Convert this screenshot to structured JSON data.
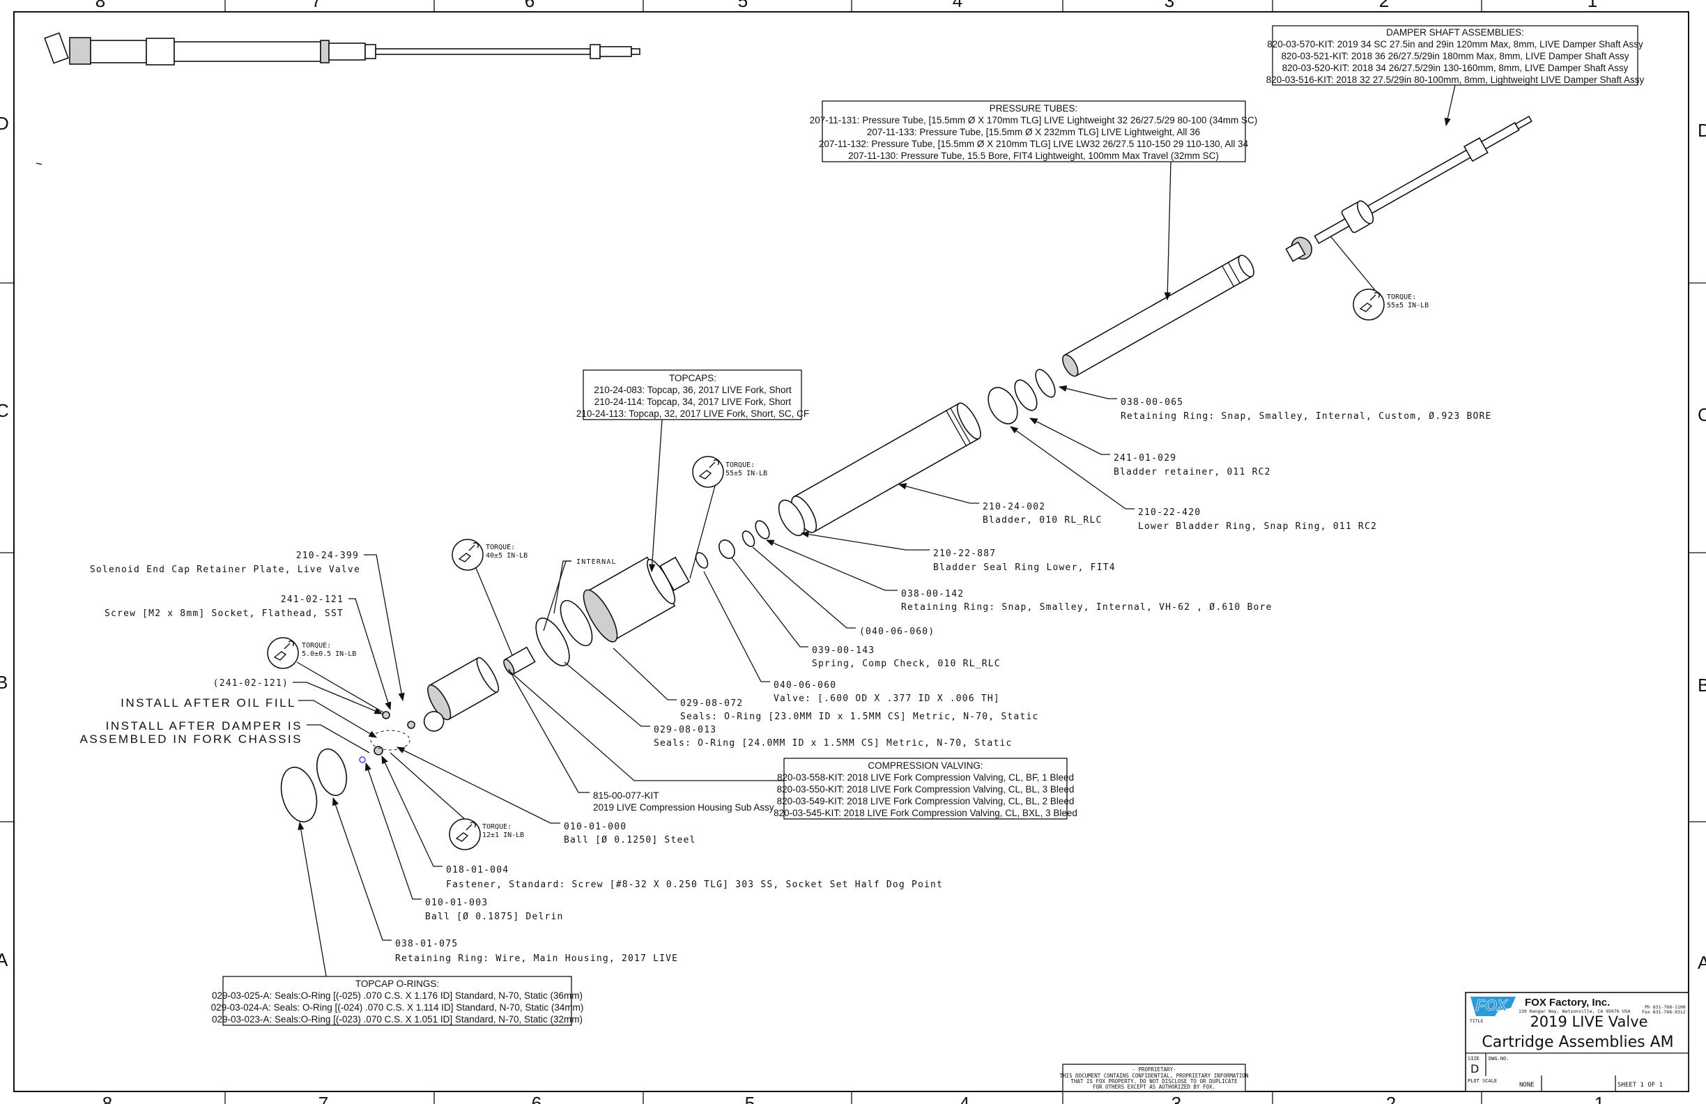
{
  "zones": {
    "columns": [
      "8",
      "7",
      "6",
      "5",
      "4",
      "3",
      "2",
      "1"
    ],
    "rows": [
      "D",
      "C",
      "B",
      "A"
    ]
  },
  "callouts": {
    "retaining_ring_065": {
      "part": "038-00-065",
      "desc": "Retaining Ring: Snap, Smalley, Internal, Custom, Ø.923 BORE"
    },
    "bladder_retainer": {
      "part": "241-01-029",
      "desc": "Bladder retainer, 011 RC2"
    },
    "lower_bladder_ring": {
      "part": "210-22-420",
      "desc": "Lower Bladder Ring, Snap Ring, 011 RC2"
    },
    "bladder": {
      "part": "210-24-002",
      "desc": "Bladder, 010 RL_RLC"
    },
    "bladder_seal_ring": {
      "part": "210-22-887",
      "desc": "Bladder Seal Ring Lower, FIT4"
    },
    "retaining_ring_142": {
      "part": "038-00-142",
      "desc": "Retaining Ring: Snap, Smalley, Internal, VH-62 , Ø.610 Bore"
    },
    "valve_ref": {
      "part": "(040-06-060)"
    },
    "spring": {
      "part": "039-00-143",
      "desc": "Spring, Comp Check, 010 RL_RLC"
    },
    "valve": {
      "part": "040-06-060",
      "desc": "Valve: [.600 OD X .377 ID X .006 TH]"
    },
    "oring_072": {
      "part": "029-08-072",
      "desc": "Seals: O-Ring [23.0MM ID x 1.5MM CS] Metric, N-70, Static"
    },
    "oring_013": {
      "part": "029-08-013",
      "desc": "Seals: O-Ring [24.0MM ID x 1.5MM CS] Metric, N-70, Static"
    },
    "housing": {
      "part": "815-00-077-KIT",
      "desc": "2019 LIVE Compression Housing Sub Assy"
    },
    "ball_steel": {
      "part": "010-01-000",
      "desc": "Ball [Ø 0.1250] Steel"
    },
    "fastener": {
      "part": "018-01-004",
      "desc": "Fastener, Standard: Screw [#8-32 X 0.250 TLG] 303 SS, Socket Set Half Dog Point"
    },
    "ball_delrin": {
      "part": "010-01-003",
      "desc": "Ball [Ø 0.1875] Delrin"
    },
    "wire_ring": {
      "part": "038-01-075",
      "desc": "Retaining Ring: Wire, Main Housing, 2017 LIVE"
    },
    "retainer_plate": {
      "part": "210-24-399",
      "desc": "Solenoid End Cap Retainer Plate, Live Valve"
    },
    "screw": {
      "part": "241-02-121",
      "desc": "Screw [M2 x 8mm] Socket, Flathead, SST"
    },
    "screw_ref": {
      "part": "(241-02-121)"
    },
    "internal": "INTERNAL",
    "note_oil_fill": "INSTALL AFTER OIL FILL",
    "note_damper_1": "INSTALL AFTER DAMPER IS",
    "note_damper_2": "ASSEMBLED IN FORK CHASSIS"
  },
  "torque": {
    "label": "TORQUE:",
    "screw": "5.0±0.5 IN-LB",
    "valve": "40±5 IN-LB",
    "topcap": "55±5 IN-LB",
    "fastener": "12±1 IN-LB",
    "shaft": "55±5 IN-LB"
  },
  "tables": {
    "damper_shaft": {
      "title": "DAMPER SHAFT ASSEMBLIES:",
      "rows": [
        "820-03-570-KIT: 2019 34 SC 27.5in and 29in 120mm Max, 8mm, LIVE Damper Shaft Assy",
        "820-03-521-KIT: 2018 36 26/27.5/29in 180mm Max, 8mm, LIVE Damper Shaft Assy",
        "820-03-520-KIT: 2018 34 26/27.5/29in 130-160mm, 8mm, LIVE Damper Shaft Assy",
        "820-03-516-KIT: 2018 32 27.5/29in 80-100mm, 8mm, Lightweight LIVE Damper Shaft Assy"
      ]
    },
    "pressure_tubes": {
      "title": "PRESSURE TUBES:",
      "rows": [
        "207-11-131: Pressure Tube, [15.5mm Ø X 170mm TLG] LIVE Lightweight 32 26/27.5/29 80-100 (34mm SC)",
        "207-11-133: Pressure Tube, [15.5mm Ø X 232mm TLG] LIVE Lightweight, All 36",
        "207-11-132: Pressure Tube, [15.5mm Ø X 210mm TLG] LIVE LW32 26/27.5 110-150  29 110-130, All 34",
        "207-11-130: Pressure Tube, 15.5 Bore, FIT4 Lightweight, 100mm Max Travel (32mm SC)"
      ]
    },
    "topcaps": {
      "title": "TOPCAPS:",
      "rows": [
        "210-24-083: Topcap, 36, 2017 LIVE Fork, Short",
        "210-24-114: Topcap, 34, 2017 LIVE Fork, Short",
        "210-24-113: Topcap, 32, 2017 LIVE Fork, Short, SC, CF"
      ]
    },
    "compression_valving": {
      "title": "COMPRESSION VALVING:",
      "rows": [
        "820-03-558-KIT: 2018 LIVE Fork Compression Valving, CL, BF, 1 Bleed",
        "820-03-550-KIT: 2018 LIVE Fork Compression Valving, CL, BL, 3 Bleed",
        "820-03-549-KIT: 2018 LIVE Fork Compression Valving, CL, BL, 2 Bleed",
        "820-03-545-KIT: 2018 LIVE Fork Compression Valving, CL, BXL, 3 Bleed"
      ]
    },
    "topcap_orings": {
      "title": "TOPCAP O-RINGS:",
      "rows": [
        "029-03-025-A: Seals:O-Ring [(-025) .070 C.S. X 1.176 ID] Standard, N-70, Static (36mm)",
        "029-03-024-A: Seals: O-Ring [(-024) .070 C.S. X 1.114 ID] Standard, N-70, Static (34mm)",
        "029-03-023-A: Seals:O-Ring [(-023) .070 C.S. X 1.051 ID] Standard, N-70, Static (32mm)"
      ]
    }
  },
  "proprietary": {
    "title": "- PROPRIETARY-",
    "lines": [
      "THIS DOCUMENT CONTAINS CONFIDENTIAL, PROPRIETARY INFORMATION",
      "THAT IS FOX PROPERTY.  DO NOT DISCLOSE TO OR DUPLICATE",
      "FOR OTHERS EXCEPT AS AUTHORIZED BY FOX."
    ]
  },
  "title_block": {
    "logo": "FOX",
    "company": "FOX Factory, Inc.",
    "address": "130 Hangar Way, Watsonville, CA 95076 USA",
    "phone": "Ph 831-768-1100",
    "fax": "Fax 831-768-9312",
    "title_label": "TITLE",
    "title_line1": "2019 LIVE Valve",
    "title_line2": "Cartridge Assemblies AM",
    "size_label": "SIZE",
    "size": "D",
    "dwg_label": "DWG.NO.",
    "plot_scale_label": "PLOT SCALE",
    "plot_scale": "NONE",
    "sheet": "SHEET  1 OF 1"
  },
  "colors": {
    "logo_blue": "#2a9ad8",
    "ink": "#111111"
  }
}
